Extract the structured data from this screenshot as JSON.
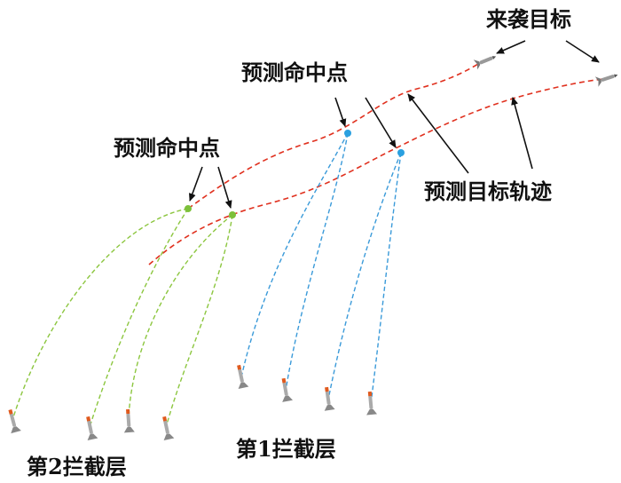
{
  "labels": {
    "incoming_targets": "来袭目标",
    "predicted_hit_point_upper": "预测命中点",
    "predicted_hit_point_lower": "预测命中点",
    "predicted_target_trajectory": "预测目标轨迹",
    "layer1": "第1拦截层",
    "layer2": "第2拦截层"
  },
  "colors": {
    "target_trajectory": "#e0301e",
    "layer1_path": "#3a9ad9",
    "layer2_path": "#8cc63f",
    "layer1_hit_point": "#2aa0e0",
    "layer2_hit_point": "#7cc03a",
    "arrow": "#111111"
  },
  "icons": {
    "target": "incoming-missile-icon",
    "interceptor": "interceptor-missile-icon"
  }
}
